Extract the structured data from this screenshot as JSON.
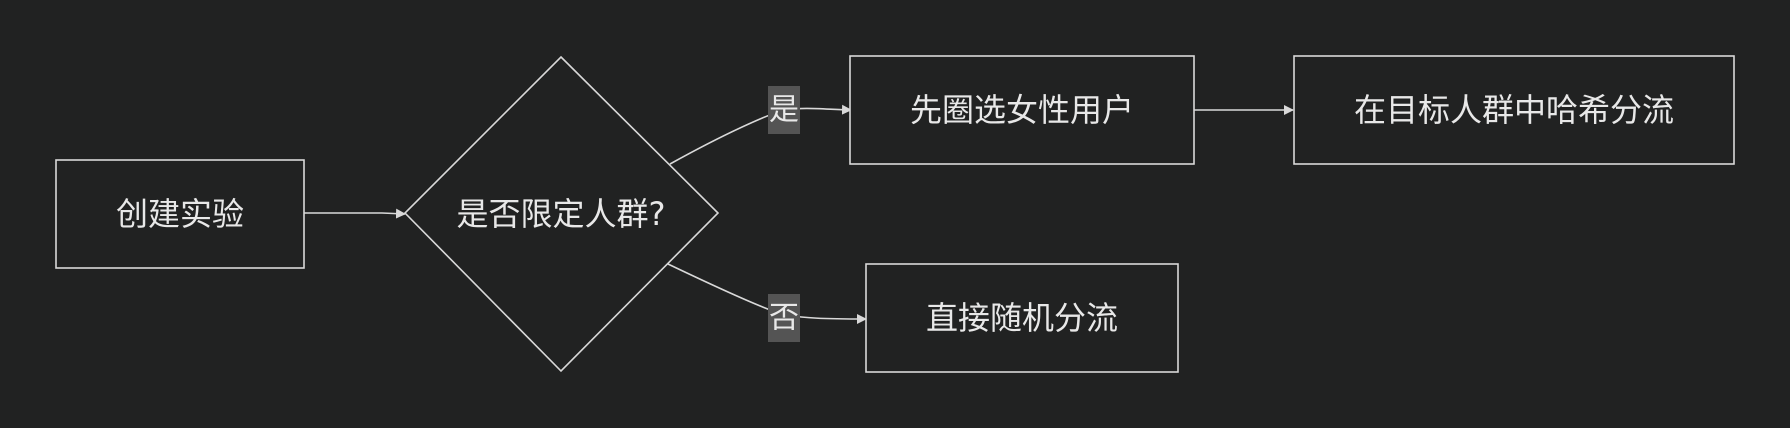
{
  "nodes": {
    "create": {
      "label": "创建实验"
    },
    "decision": {
      "label": "是否限定人群?"
    },
    "female": {
      "label": "先圈选女性用户"
    },
    "hash": {
      "label": "在目标人群中哈希分流"
    },
    "random": {
      "label": "直接随机分流"
    }
  },
  "edges": {
    "yes": {
      "label": "是"
    },
    "no": {
      "label": "否"
    }
  },
  "colors": {
    "background": "#212222",
    "stroke": "#d9d9d9",
    "text": "#e8e8e8",
    "label_bg": "#545454"
  }
}
